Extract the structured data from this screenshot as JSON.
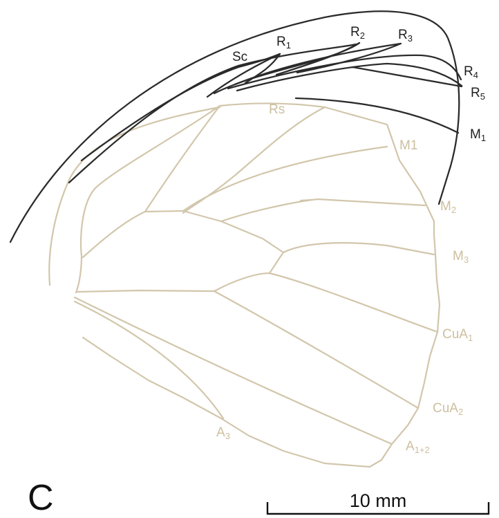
{
  "figure": {
    "panel_letter": "C",
    "scale_bar_label": "10 mm",
    "colors": {
      "forewing_veins": "#2b2b2b",
      "hindwing_veins": "#d2c6ab",
      "hindwing_labels": "#cdbf9f"
    }
  },
  "forewing_labels": [
    {
      "id": "sc",
      "base": "Sc",
      "sub": ""
    },
    {
      "id": "r1",
      "base": "R",
      "sub": "1"
    },
    {
      "id": "r2",
      "base": "R",
      "sub": "2"
    },
    {
      "id": "r3",
      "base": "R",
      "sub": "3"
    },
    {
      "id": "r4",
      "base": "R",
      "sub": "4"
    },
    {
      "id": "r5",
      "base": "R",
      "sub": "5"
    },
    {
      "id": "m1",
      "base": "M",
      "sub": "1"
    }
  ],
  "hindwing_labels": [
    {
      "id": "rs",
      "base": "Rs",
      "sub": ""
    },
    {
      "id": "m1",
      "base": "M1",
      "sub": ""
    },
    {
      "id": "m2",
      "base": "M",
      "sub": "2"
    },
    {
      "id": "m3",
      "base": "M",
      "sub": "3"
    },
    {
      "id": "cua1",
      "base": "CuA",
      "sub": "1"
    },
    {
      "id": "cua2",
      "base": "CuA",
      "sub": "2"
    },
    {
      "id": "a12",
      "base": "A",
      "sub": "1+2"
    },
    {
      "id": "a3",
      "base": "A",
      "sub": "3"
    }
  ]
}
